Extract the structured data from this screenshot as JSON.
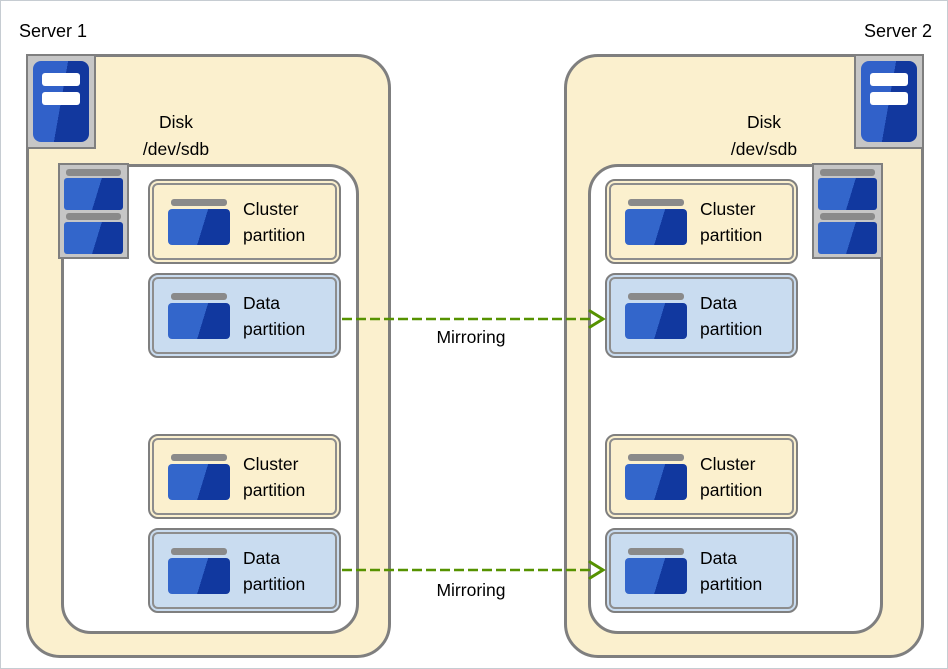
{
  "colors": {
    "cream": "#FBF0CE",
    "light_blue": "#C9DCF0",
    "border_gray": "#7F7F7F",
    "arrow_green": "#569200",
    "icon_blue_light": "#3366CB",
    "icon_blue_dark": "#11389F"
  },
  "servers": [
    {
      "label": "Server 1",
      "disk_line1": "Disk",
      "disk_line2": "/dev/sdb",
      "partitions": [
        {
          "kind": "cluster",
          "line1": "Cluster",
          "line2": "partition"
        },
        {
          "kind": "data",
          "line1": "Data",
          "line2": "partition"
        },
        {
          "kind": "cluster",
          "line1": "Cluster",
          "line2": "partition"
        },
        {
          "kind": "data",
          "line1": "Data",
          "line2": "partition"
        }
      ]
    },
    {
      "label": "Server 2",
      "disk_line1": "Disk",
      "disk_line2": "/dev/sdb",
      "partitions": [
        {
          "kind": "cluster",
          "line1": "Cluster",
          "line2": "partition"
        },
        {
          "kind": "data",
          "line1": "Data",
          "line2": "partition"
        },
        {
          "kind": "cluster",
          "line1": "Cluster",
          "line2": "partition"
        },
        {
          "kind": "data",
          "line1": "Data",
          "line2": "partition"
        }
      ]
    }
  ],
  "arrows": [
    {
      "label": "Mirroring"
    },
    {
      "label": "Mirroring"
    }
  ]
}
